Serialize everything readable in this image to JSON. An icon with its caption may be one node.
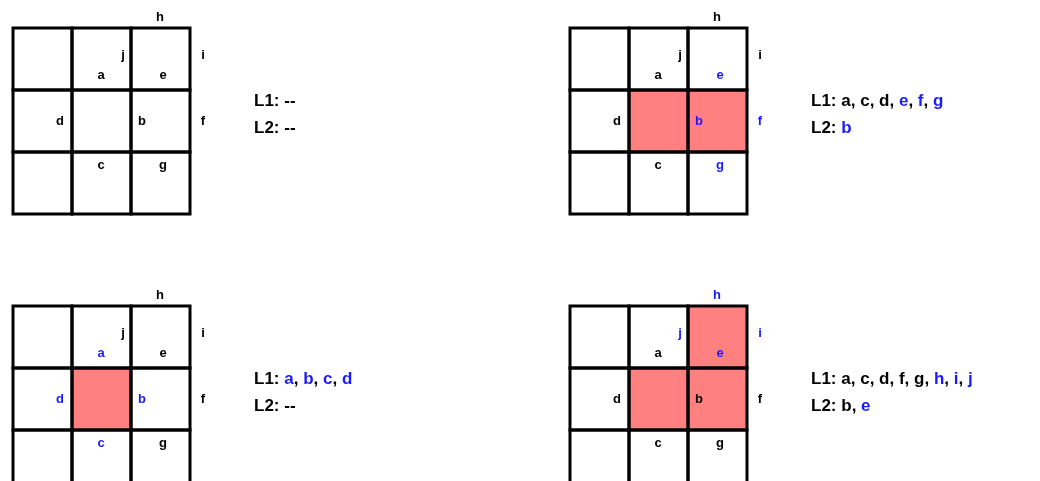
{
  "diagram": {
    "labels": [
      "h",
      "j",
      "i",
      "a",
      "e",
      "d",
      "b",
      "f",
      "c",
      "g",
      "L1: --",
      "L2: --",
      "h",
      "j",
      "i",
      "a",
      "e",
      "d",
      "b",
      "f",
      "c",
      "g",
      "L1: a, c, d, e, f, g",
      "L2: b",
      "h",
      "j",
      "i",
      "a",
      "e",
      "d",
      "b",
      "f",
      "c",
      "g",
      "L1: a, b, c, d",
      "L2: --",
      "h",
      "j",
      "i",
      "a",
      "e",
      "d",
      "b",
      "f",
      "c",
      "g",
      "L1: a, c, d, f, g, h, i, j",
      "L2: b, e"
    ]
  }
}
